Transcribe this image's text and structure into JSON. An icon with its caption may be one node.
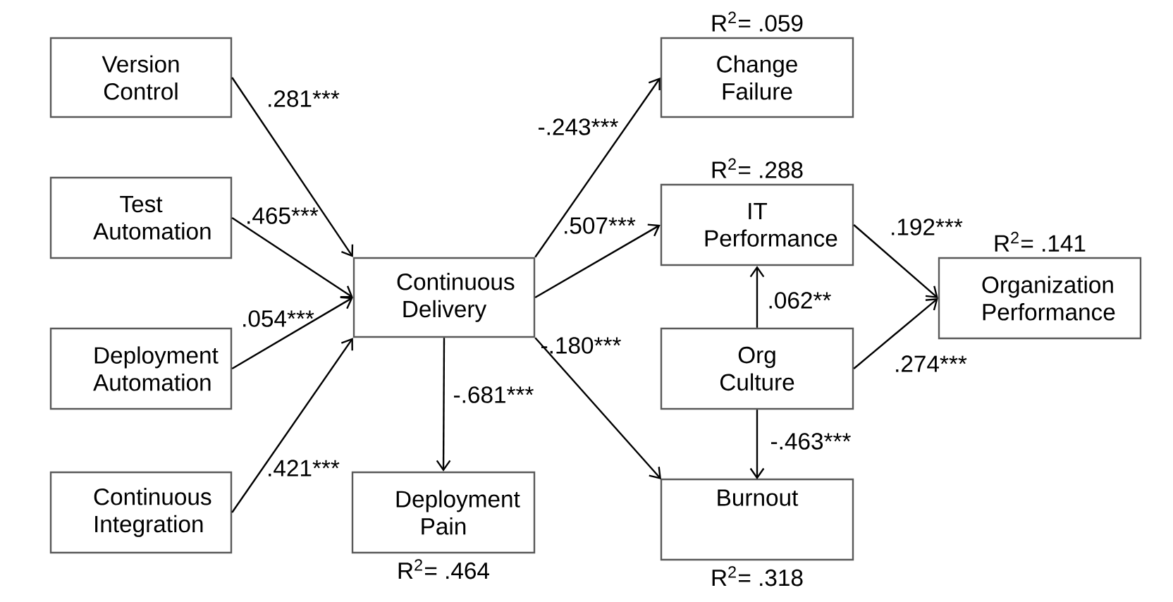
{
  "diagram": {
    "nodes": [
      {
        "text": [
          "Version Control"
        ]
      },
      {
        "text": [
          "Test Automation"
        ]
      },
      {
        "text": [
          "Deployment Automation"
        ]
      },
      {
        "text": [
          "Continuous Integration"
        ]
      },
      {
        "text": [
          "Continuous Delivery"
        ]
      },
      {
        "text": [
          "Deployment Pain"
        ],
        "beside": [
          "R$^{2}$= .464"
        ]
      },
      {
        "text": [
          "Change Failure"
        ],
        "beside": [
          "R$^{2}$= .059"
        ]
      },
      {
        "text": [
          "IT Performance"
        ],
        "beside": [
          "R$^{2}$= .288"
        ]
      },
      {
        "text": [
          "Org Culture"
        ]
      },
      {
        "text": [
          "Burnout"
        ],
        "beside": [
          "R$^{2}$= .318"
        ]
      },
      {
        "text": [
          "Organization Performance"
        ],
        "beside": [
          "R$^{2}$= .141"
        ]
      }
    ],
    "edges": [
      {
        "from": 0,
        "to": 4,
        "arrow": "to",
        "label": ".281***"
      },
      {
        "from": 1,
        "to": 4,
        "arrow": "to",
        "label": ".465***"
      },
      {
        "from": 2,
        "to": 4,
        "arrow": "to",
        "label": ".054***"
      },
      {
        "from": 3,
        "to": 4,
        "arrow": "to",
        "label": ".421***"
      },
      {
        "from": 4,
        "to": 5,
        "arrow": "to",
        "label": "-.681***"
      },
      {
        "from": 4,
        "to": 6,
        "arrow": "to",
        "label": "-.243***"
      },
      {
        "from": 4,
        "to": 7,
        "arrow": "to",
        "label": ".507***"
      },
      {
        "from": 4,
        "to": 9,
        "arrow": "to",
        "label": "-.180***"
      },
      {
        "from": 8,
        "to": 7,
        "arrow": "to",
        "label": ".062**"
      },
      {
        "from": 8,
        "to": 9,
        "arrow": "to",
        "label": "-.463***"
      },
      {
        "from": 7,
        "to": 10,
        "arrow": "to",
        "label": ".192***"
      },
      {
        "from": 8,
        "to": 10,
        "arrow": "to",
        "label": ".274***"
      }
    ]
  }
}
